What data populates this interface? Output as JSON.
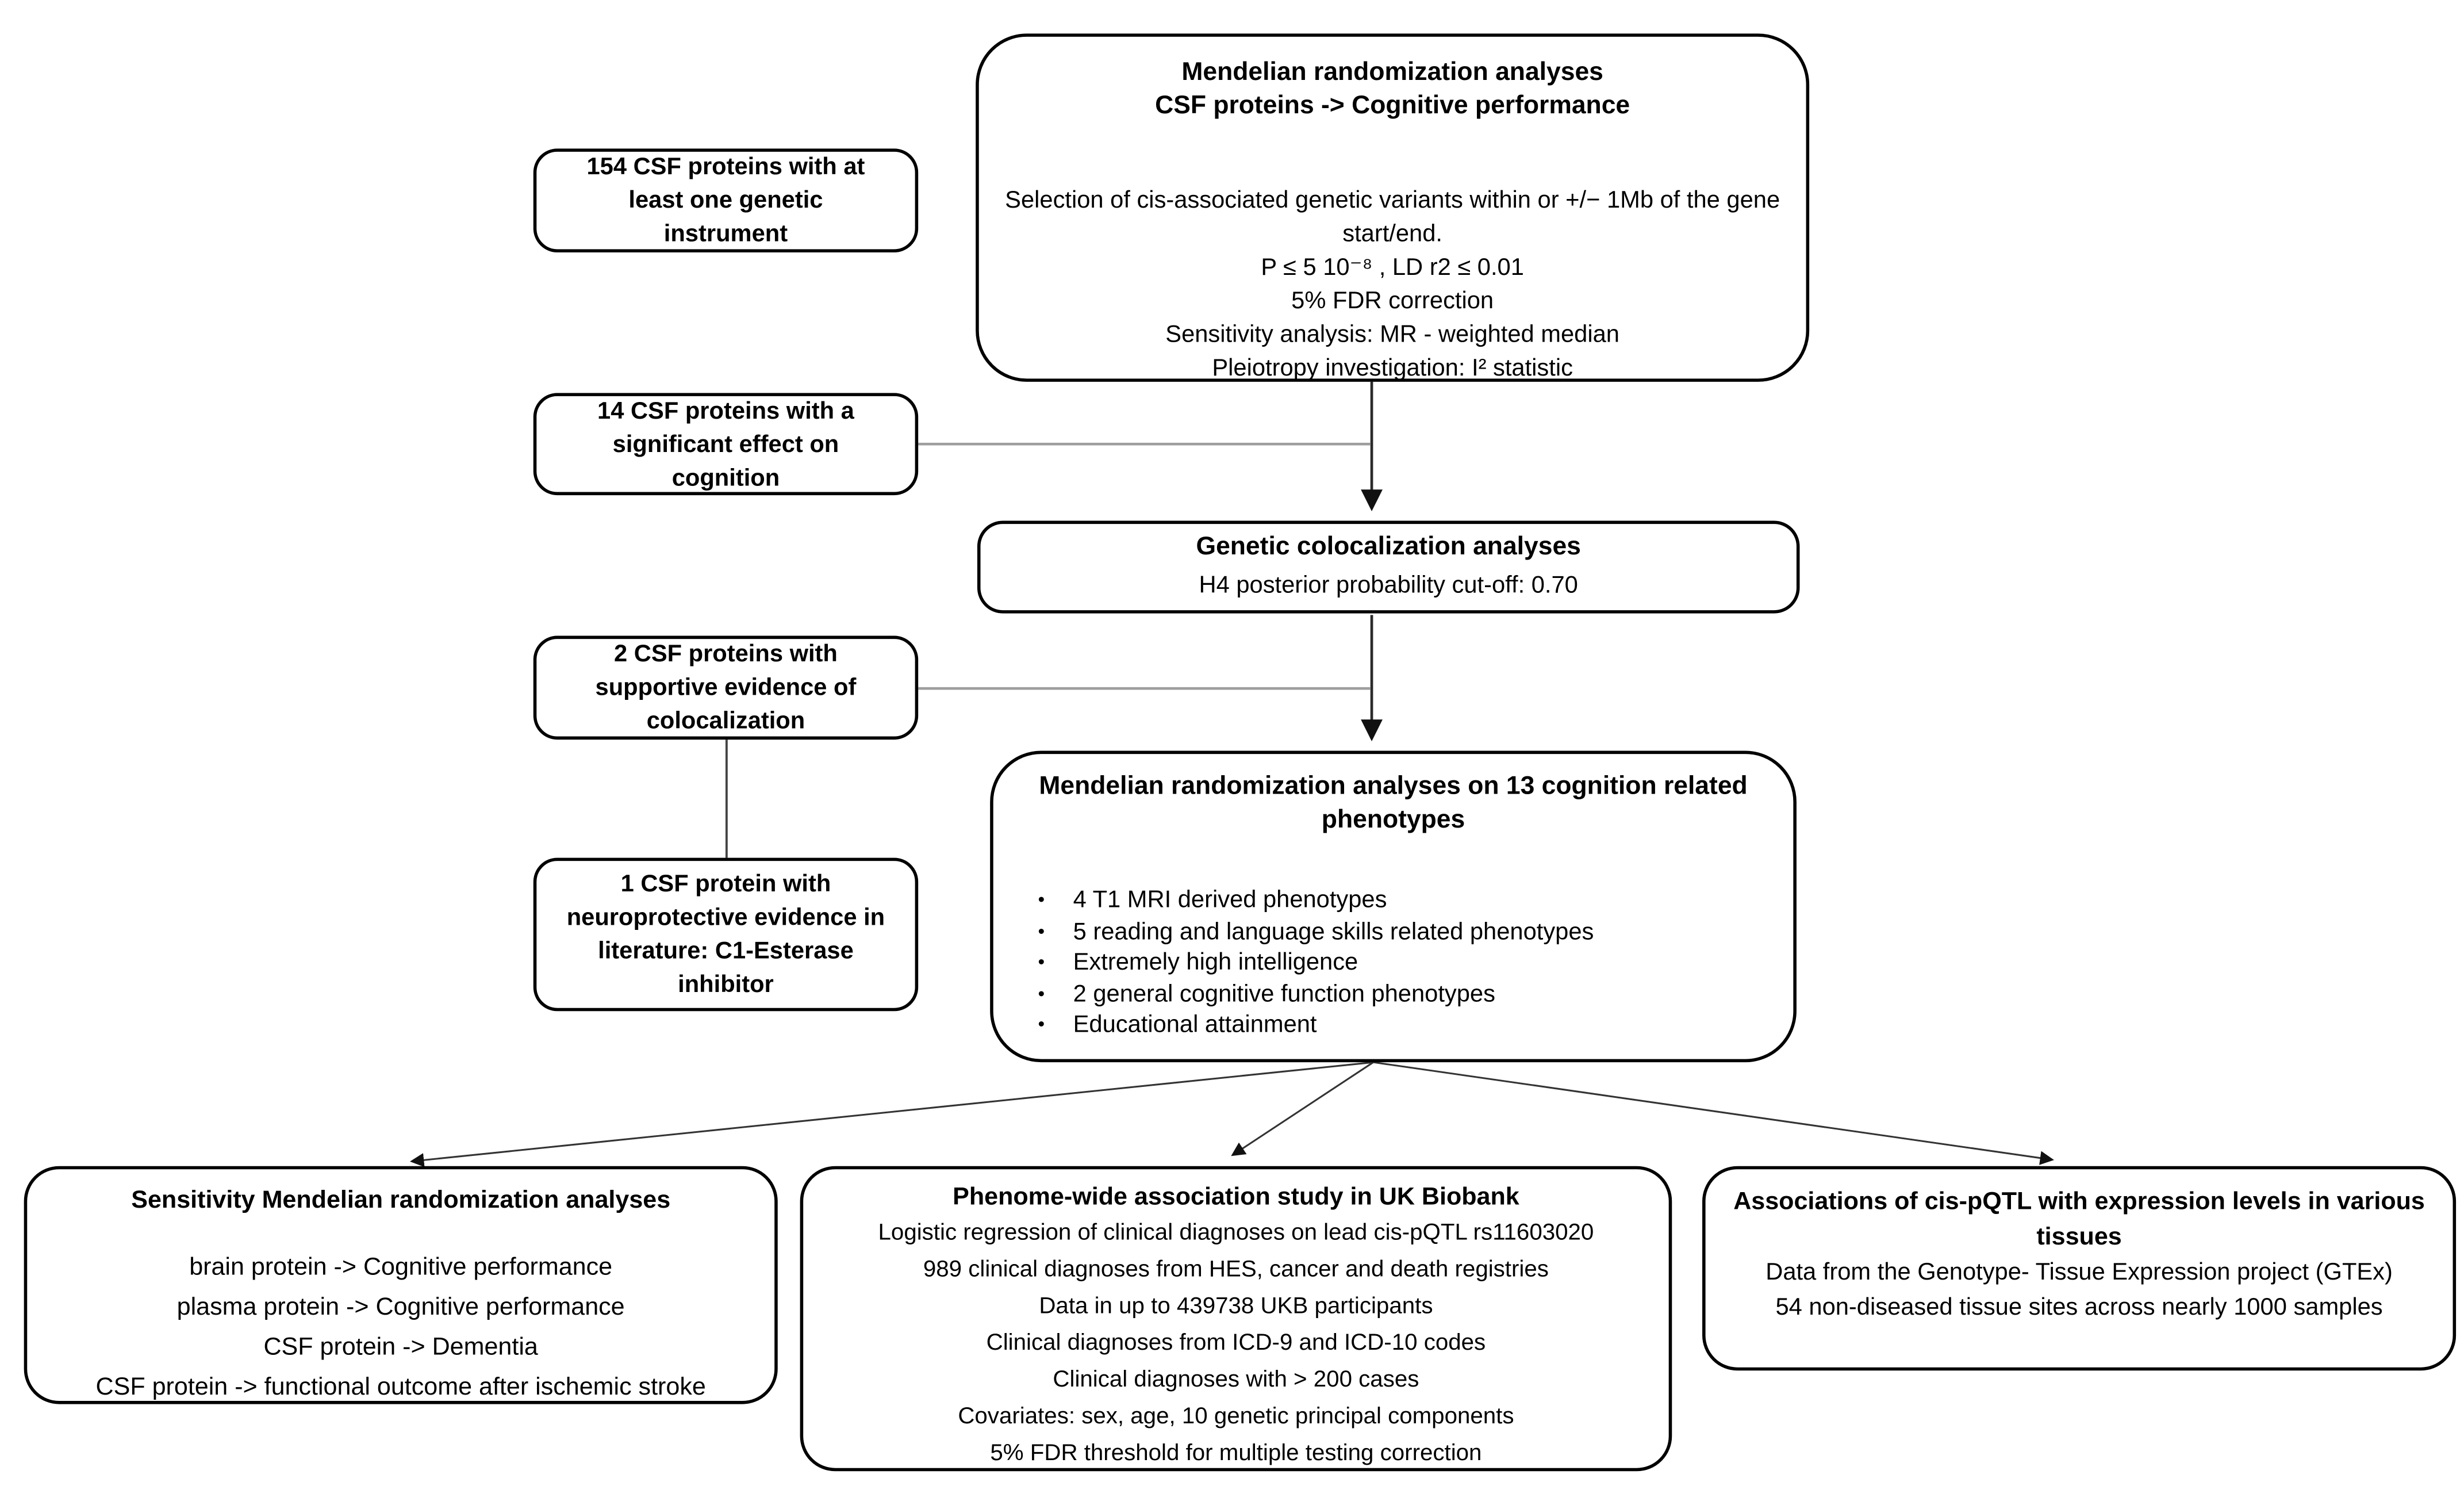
{
  "diagram_title": "CSF proteins to cognitive performance Mendelian randomization study flowchart",
  "colors": {
    "background": "#ffffff",
    "box_border": "#000000",
    "text": "#000000",
    "connector_black": "#2a2a2a",
    "connector_gray": "#9e9e9e"
  },
  "glyphs": {
    "bullet": "•",
    "arrow": "->"
  },
  "boxes": {
    "mr_top": {
      "title_line1": "Mendelian randomization analyses",
      "title_line2": "CSF proteins -> Cognitive performance",
      "body": [
        "Selection of cis-associated genetic variants within or +/− 1Mb of the gene start/end.",
        "P ≤ 5 10⁻⁸ , LD r2 ≤ 0.01",
        "5% FDR correction",
        "Sensitivity analysis: MR - weighted median",
        "Pleiotropy investigation: I² statistic"
      ]
    },
    "instruments": {
      "text": "154 CSF proteins with at least one genetic instrument"
    },
    "significant": {
      "text": "14 CSF proteins with a significant effect on cognition"
    },
    "colocalization": {
      "title": "Genetic colocalization analyses",
      "body": "H4 posterior probability cut-off: 0.70"
    },
    "supportive": {
      "text": "2 CSF proteins with supportive evidence of colocalization"
    },
    "neuroprotective": {
      "text": "1 CSF protein with neuroprotective evidence in literature: C1-Esterase inhibitor"
    },
    "mr_phenotypes": {
      "title": "Mendelian randomization analyses on 13 cognition related phenotypes",
      "bullets": [
        "4 T1 MRI derived phenotypes",
        "5 reading and language skills related phenotypes",
        "Extremely high intelligence",
        "2 general cognitive function phenotypes",
        "Educational attainment"
      ]
    },
    "sensitivity": {
      "title": "Sensitivity Mendelian randomization analyses",
      "lines": [
        "brain protein -> Cognitive performance",
        "plasma protein -> Cognitive performance",
        "CSF protein -> Dementia",
        "CSF protein ->  functional outcome after ischemic stroke"
      ]
    },
    "phewas": {
      "title": "Phenome-wide association study in UK Biobank",
      "lines": [
        "Logistic regression of clinical diagnoses on lead cis-pQTL rs11603020",
        "989 clinical diagnoses from HES, cancer and death registries",
        "Data in up to 439738 UKB participants",
        "Clinical diagnoses from ICD-9 and ICD-10 codes",
        "Clinical diagnoses with > 200 cases",
        "Covariates: sex, age, 10 genetic principal components",
        "5% FDR threshold for multiple testing correction"
      ]
    },
    "gtex": {
      "title": "Associations of cis-pQTL with expression levels in various tissues",
      "lines": [
        "Data from the Genotype- Tissue Expression project (GTEx)",
        "54 non-diseased tissue sites across nearly 1000 samples"
      ]
    }
  }
}
